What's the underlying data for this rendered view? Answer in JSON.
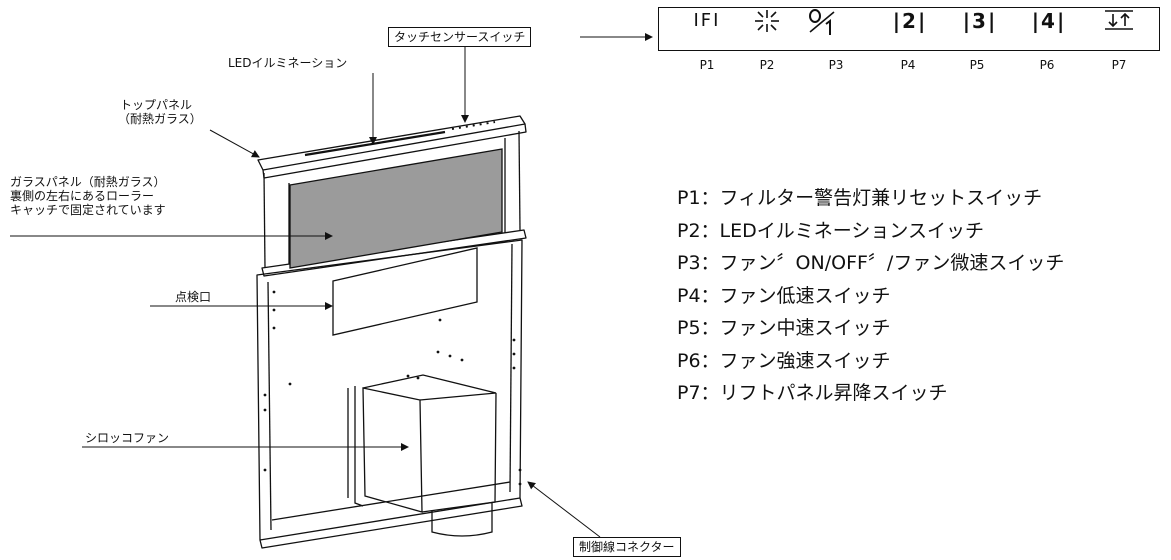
{
  "callouts": {
    "touch_sensor": "タッチセンサースイッチ",
    "led": "LEDイルミネーション",
    "top_panel": [
      "トップパネル",
      "（耐熱ガラス）"
    ],
    "glass_panel": [
      "ガラスパネル（耐熱ガラス）",
      "裏側の左右にあるローラー",
      "キャッチで固定されています"
    ],
    "inspection": "点検口",
    "sirocco": "シロッコファン",
    "connector": "制御線コネクター"
  },
  "control_panel": {
    "buttons": [
      {
        "symbol": "IFI",
        "icon": "filter-reset-icon",
        "label": "P1"
      },
      {
        "symbol": "",
        "icon": "light-burst-icon",
        "label": "P2"
      },
      {
        "symbol": "",
        "icon": "power-0-1-icon",
        "label": "P3"
      },
      {
        "symbol": "|2|",
        "icon": "speed-2-icon",
        "label": "P4"
      },
      {
        "symbol": "|3|",
        "icon": "speed-3-icon",
        "label": "P5"
      },
      {
        "symbol": "|4|",
        "icon": "speed-4-icon",
        "label": "P6"
      },
      {
        "symbol": "",
        "icon": "lift-panel-icon",
        "label": "P7"
      }
    ]
  },
  "legend": [
    "P1：フィルター警告灯兼リセットスイッチ",
    "P2：LEDイルミネーションスイッチ",
    "P3：ファン〞ON/OFF〞/ファン微速スイッチ",
    "P4：ファン低速スイッチ",
    "P5：ファン中速スイッチ",
    "P6：ファン強速スイッチ",
    "P7：リフトパネル昇降スイッチ"
  ]
}
